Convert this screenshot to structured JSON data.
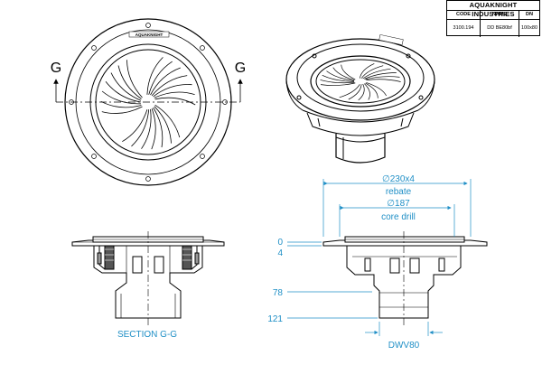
{
  "title_block": {
    "company": "AQUAKNIGHT INDUSTRIES",
    "headers": [
      "CODE",
      "NAME",
      "DN"
    ],
    "values": [
      "3100.194",
      "DD BE80bf",
      "100x80"
    ]
  },
  "section_markers": {
    "left": "G",
    "right": "G"
  },
  "section_caption": "SECTION G-G",
  "dimensions": {
    "rebate_value": "∅230x4",
    "rebate_label": "rebate",
    "core_value": "∅187",
    "core_label": "core drill",
    "outlet": "DWV80",
    "level_0": "0",
    "level_4": "4",
    "level_78": "78",
    "level_121": "121"
  },
  "grate_brand": "AQUAKNIGHT",
  "colors": {
    "dimension": "#1f8fc6",
    "line": "#000000"
  }
}
